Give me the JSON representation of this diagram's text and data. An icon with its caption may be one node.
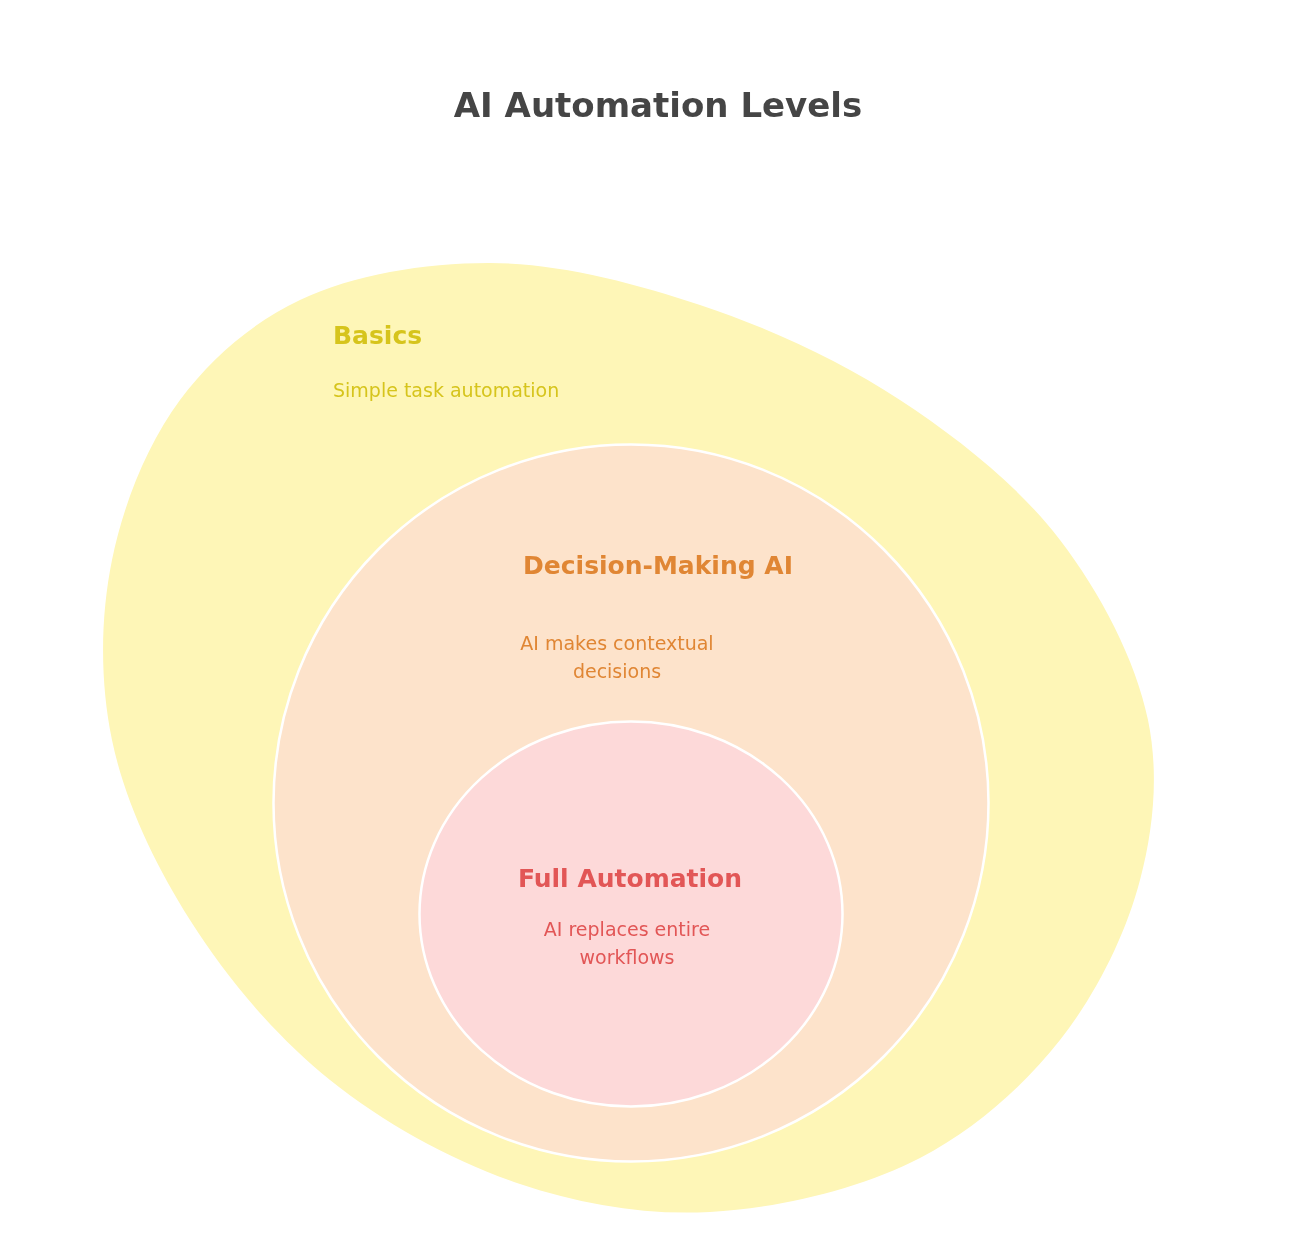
{
  "diagram": {
    "title": "AI Automation Levels",
    "nodes": [
      {
        "text": [
          "Basics",
          "Simple task automation"
        ]
      },
      {
        "text": [
          "Decision-Making AI",
          "AI makes contextual decisions"
        ],
        "in": 0
      },
      {
        "text": [
          "Full Automation",
          "AI replaces entire workflows"
        ],
        "in": 1
      }
    ]
  }
}
